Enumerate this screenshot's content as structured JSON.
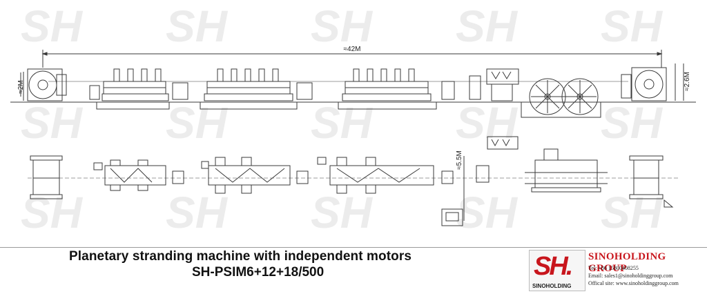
{
  "drawing": {
    "dimensions": {
      "overall_length": "≈42M",
      "left_height": "≈2M",
      "right_height": "≈2.6M",
      "plan_width": "≈5.5M"
    },
    "watermark_text": "SH"
  },
  "title_block": {
    "title": "Planetary stranding machine with independent motors",
    "model": "SH-PSIM6+12+18/500",
    "logo_mark": "SH.",
    "logo_caption": "SINOHOLDING",
    "company": "SINOHOLDING GROUP",
    "tel": "Tel: +86 15800408255",
    "email": "Email: sales1@sinoholdinggroup.com",
    "site": "Offical site: www.sinoholdinggroup.com"
  },
  "colors": {
    "line": "#3a3a3a",
    "brand_red": "#c8161d",
    "watermark": "#ececec"
  }
}
